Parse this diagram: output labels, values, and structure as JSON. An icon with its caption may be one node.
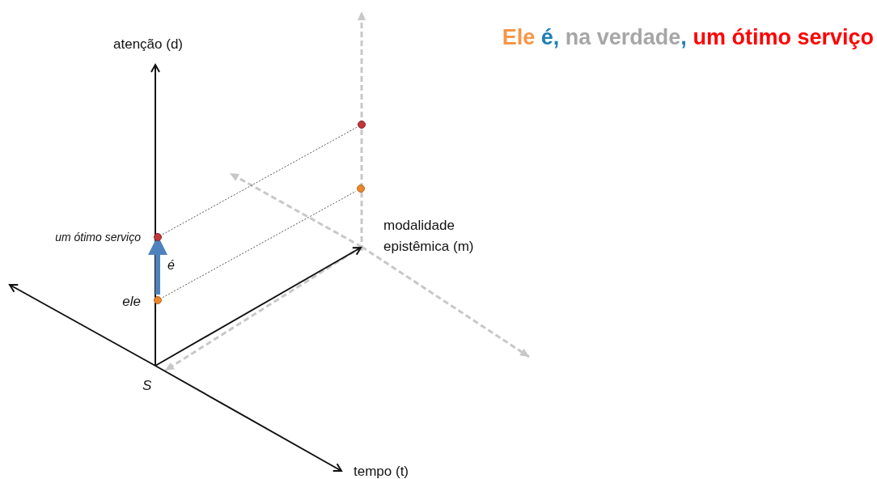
{
  "diagram": {
    "title": "Ele é, na verdade, um ótimo serviço",
    "nodes": [
      {
        "text": [],
        "shape": "circle",
        "beside": [
          "um ótimo serviço"
        ]
      },
      {
        "text": [],
        "shape": "circle",
        "beside": [
          "ele"
        ]
      },
      {
        "text": [],
        "shape": "circle"
      },
      {
        "text": [],
        "shape": "circle"
      }
    ],
    "edges": [
      {
        "from": 1,
        "to": 0,
        "arrow": "to",
        "label": "é",
        "style": "thick",
        "color": "#4f81bd"
      },
      {
        "from": 0,
        "to": 2,
        "arrow": "none",
        "style": "dashed"
      },
      {
        "from": 1,
        "to": 3,
        "arrow": "none",
        "style": "dashed"
      }
    ],
    "labels": [
      "atenção (d)",
      "modalidade epistêmica (m)",
      "S",
      "tempo (t)"
    ]
  }
}
